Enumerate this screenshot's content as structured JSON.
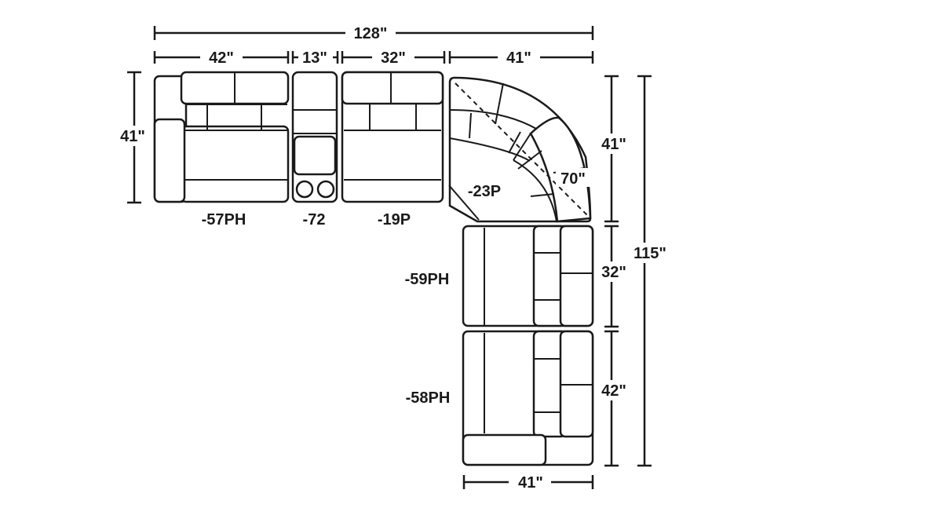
{
  "dimensions": {
    "overall_width": "128\"",
    "seg_57ph_width": "42\"",
    "seg_72_width": "13\"",
    "seg_19p_width": "32\"",
    "seg_wedge_width": "41\"",
    "left_depth": "41\"",
    "right_wedge_depth": "41\"",
    "right_59ph_depth": "32\"",
    "right_58ph_depth": "42\"",
    "overall_depth": "115\"",
    "bottom_width": "41\"",
    "wedge_diagonal": "70\""
  },
  "pieces": {
    "p57ph": "-57PH",
    "p72": "-72",
    "p19p": "-19P",
    "p23p": "-23P",
    "p59ph": "-59PH",
    "p58ph": "-58PH"
  },
  "colors": {
    "line": "#1a1a1a",
    "background": "#ffffff"
  }
}
